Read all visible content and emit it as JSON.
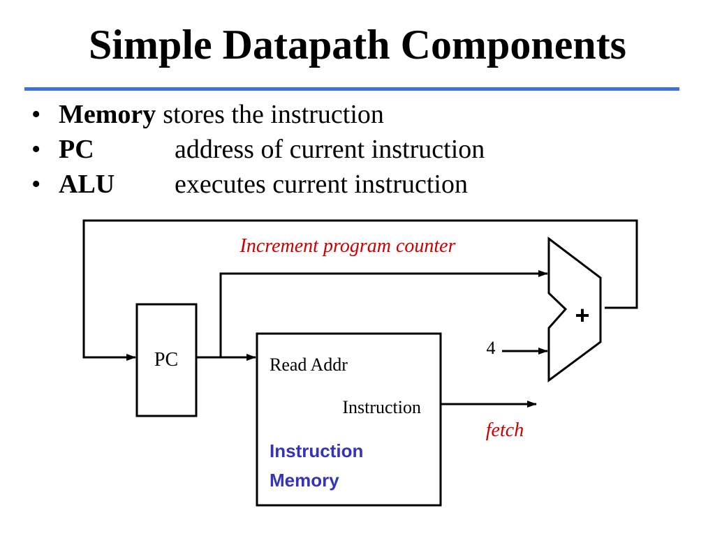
{
  "title": "Simple Datapath Components",
  "bullets": [
    {
      "term": "Memory",
      "desc": "stores the instruction"
    },
    {
      "term": "PC",
      "desc": "address of current instruction"
    },
    {
      "term": "ALU",
      "desc": "executes current instruction"
    }
  ],
  "diagram": {
    "increment_label": "Increment program counter",
    "pc_label": "PC",
    "memory": {
      "read_addr": "Read Addr",
      "instruction_port": "Instruction",
      "name_line1": "Instruction",
      "name_line2": "Memory"
    },
    "adder_symbol": "+",
    "constant": "4",
    "fetch_label": "fetch"
  },
  "colors": {
    "rule": "#3a73e0",
    "annotation_red": "#cc0000",
    "memory_name_blue": "#3333bb"
  }
}
